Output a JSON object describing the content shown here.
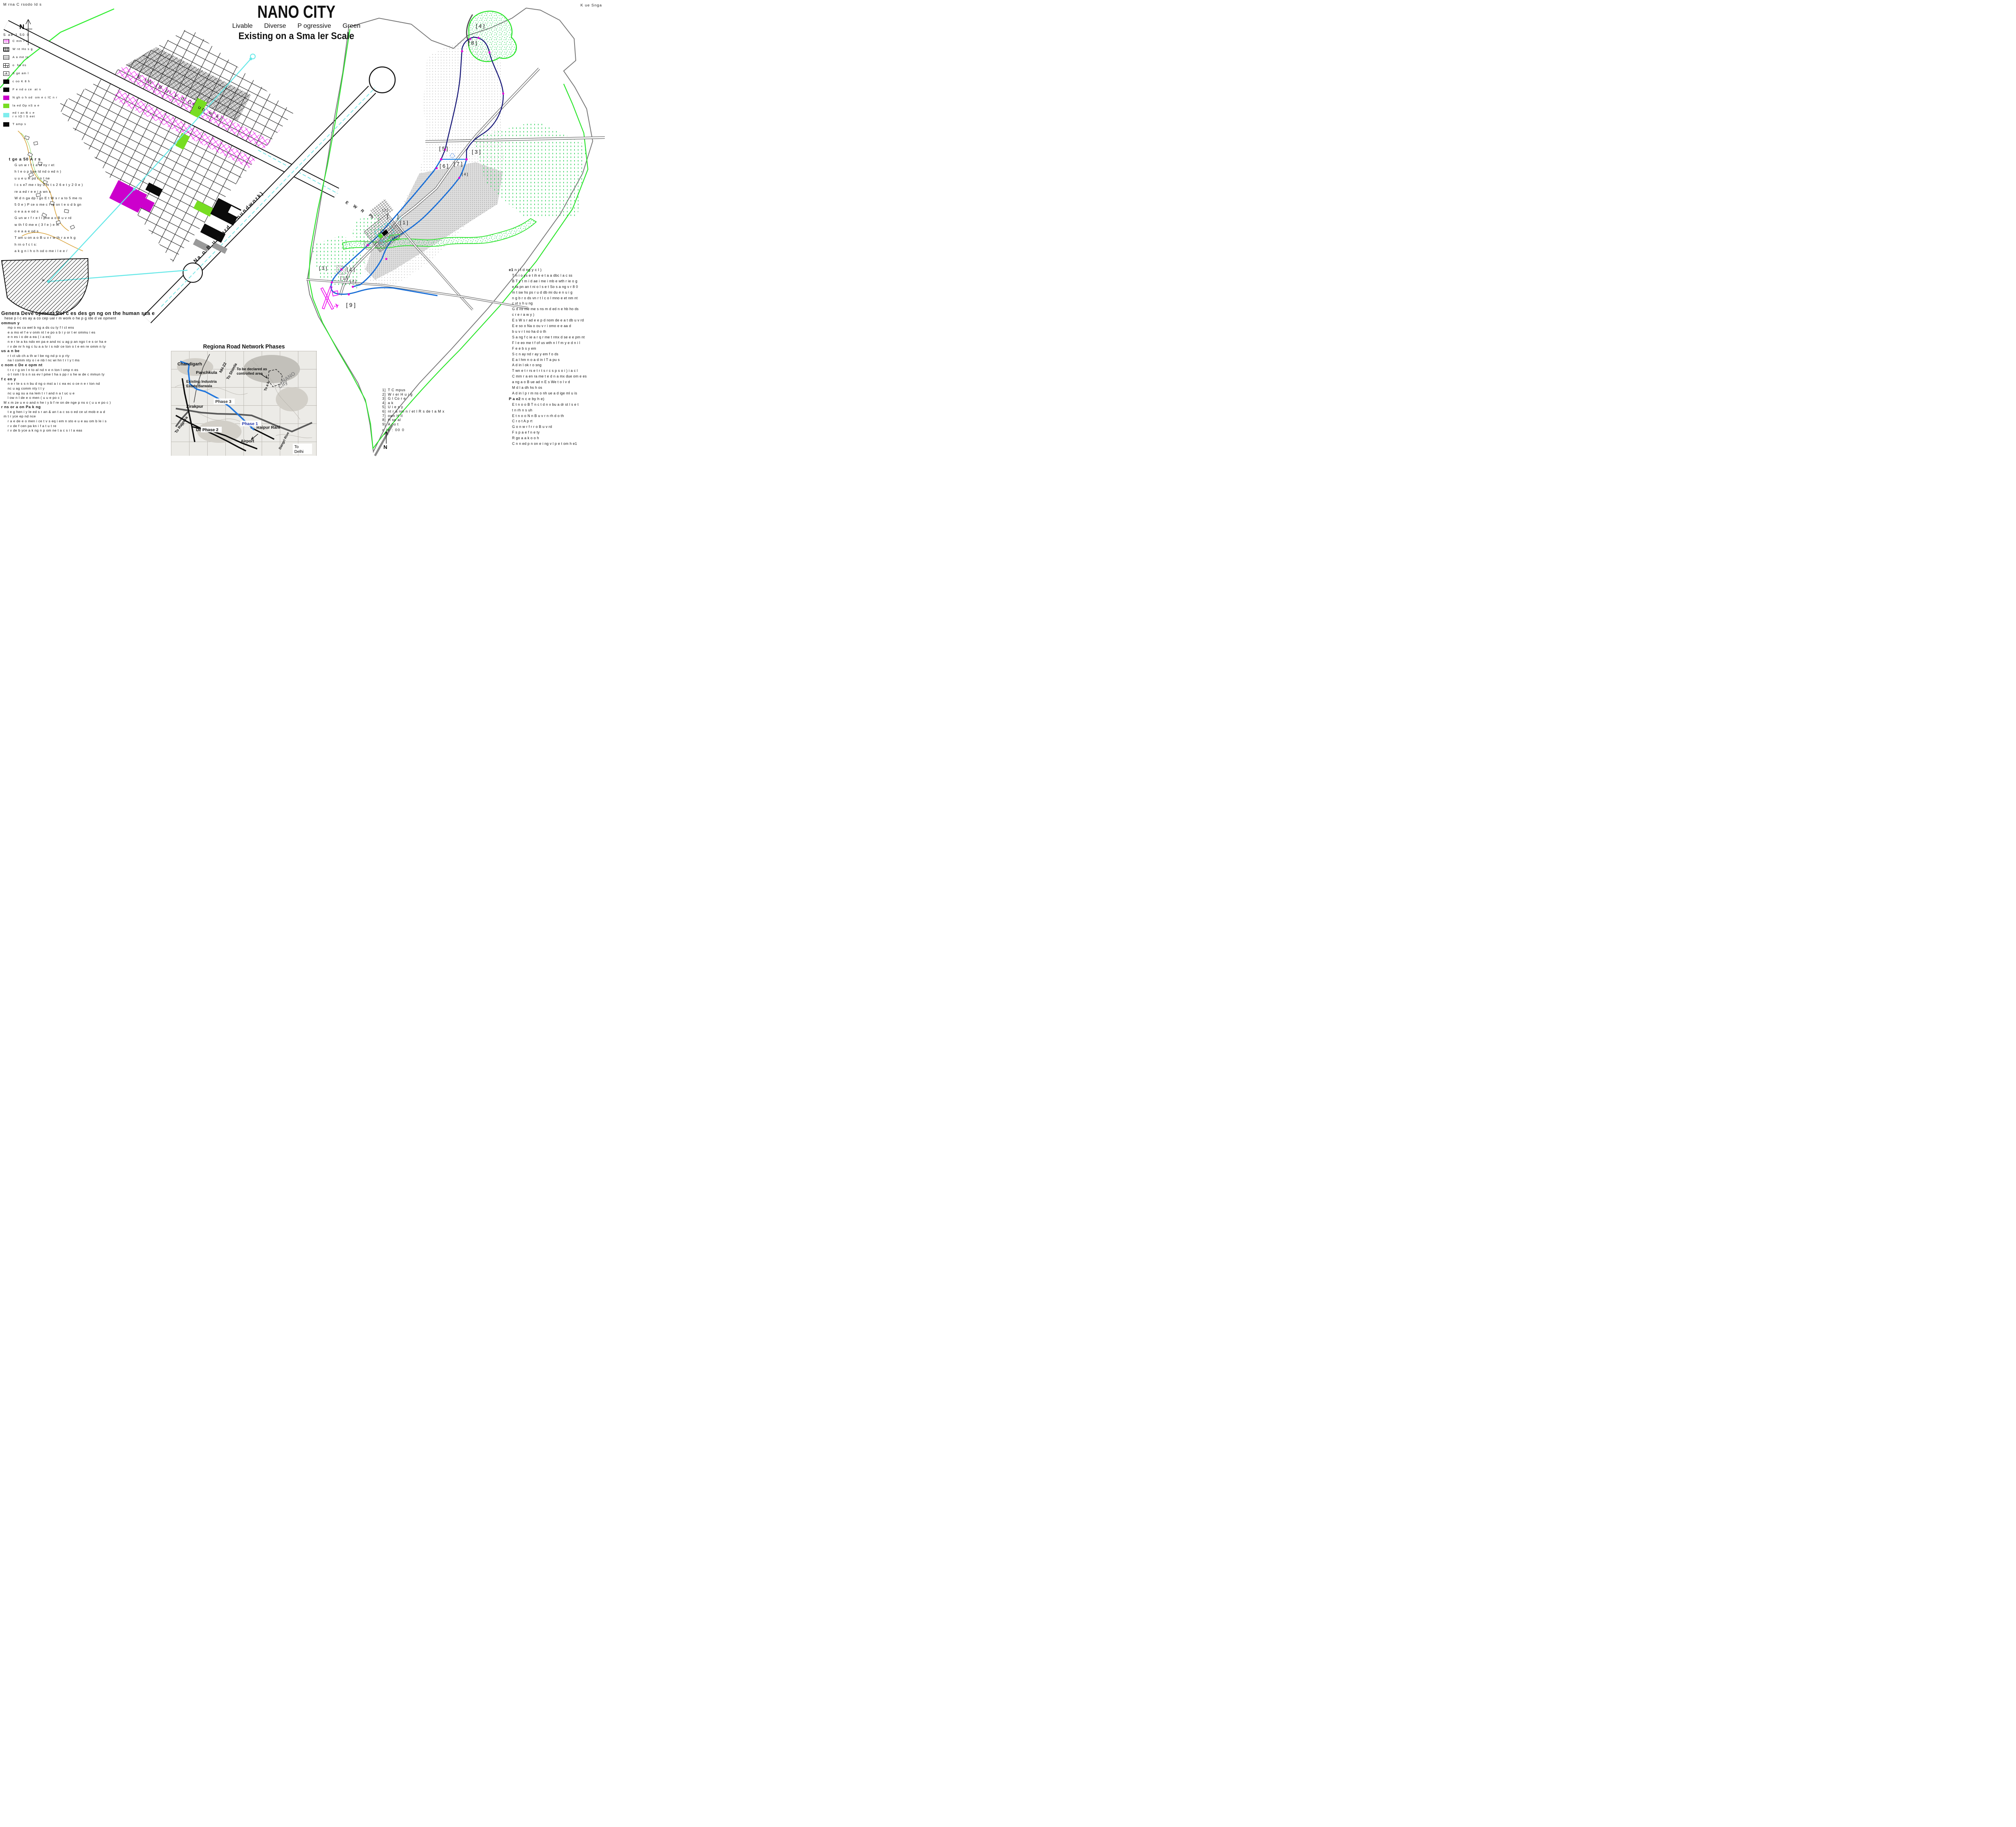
{
  "page": {
    "corner_left": "M rna C rsodo ld s",
    "corner_right": "K ue Snga"
  },
  "header": {
    "title": "NANO CITY",
    "tagline": [
      "Livable",
      "Diverse",
      "P ogressive",
      "Green"
    ],
    "subtitle": "Existing on a Sma ler Scale"
  },
  "map_controls": {
    "compass_letter": "N",
    "scale_label": "S ae 1 50 0"
  },
  "legend": {
    "items": [
      {
        "name": "commercial",
        "label": "C mm r al"
      },
      {
        "name": "warehousing",
        "label": "W re Ho s g"
      },
      {
        "name": "apartments",
        "label": "A a me ts"
      },
      {
        "name": "townhouses",
        "label": "o  ho es"
      },
      {
        "name": "single-family",
        "label": "S ge am l"
      },
      {
        "name": "school-k8",
        "label": "c oo K 8 h"
      },
      {
        "name": "fire-police-station",
        "label": "F e nd o ce  at n"
      },
      {
        "name": "neighborhood-commercial-center",
        "label": "N gh o h od  om e c lC n r"
      },
      {
        "name": "planned-open-space",
        "label": "la ed Op nS a e"
      },
      {
        "name": "pedestrian-bicycle-street",
        "label": "ed t an B c e",
        "label2": "r n tO l S eet"
      },
      {
        "name": "tech-campus",
        "label": "T amp s"
      }
    ]
  },
  "stage_notes": {
    "heading": "t ge  a 50  A r s",
    "lines": [
      "G un w r f r a st ny r et",
      "h t e o p bue  ld nd o ed n )",
      "u u e u R pd r n t ne",
      "l c s e7 me r by 0 m t s 2 6 e t y 2 0 e )",
      "re a ed  r e e i a wn s",
      "W d n ga dp i go E t W s r a to 5 me rs",
      "5 0 e ) P ce o me c l rp on t e o d b gn",
      "o e a a e  od s",
      "G un w r f r e t l pne  a o B u v rd",
      "w th f 0 me e ( 3 f e ) e in",
      "o e a a e  od s",
      "T am u on  a o B u v r w th  r a e  k g",
      "h rn o f c t s:",
      "a k g n i h o h od o me i l e e /"
    ]
  },
  "left_map": {
    "boulevard_ew_label": "E tW tB ul v d Gr un w k)",
    "boulevard_nano_label": "Na o B u e ard G oundwork)",
    "lake_label": "la"
  },
  "right_map": {
    "curve_letters": [
      "E",
      "W",
      "R",
      "Ph"
    ],
    "compass_letter": "N",
    "zones": [
      "[ 4 ]",
      "[ 8 ]",
      "[ 5 ]",
      "[ 3 ]",
      "[ 6 ]",
      "[ 7 ]",
      "[ 4 ]",
      "[ 2 ]",
      "[      ]",
      "[ 1 ]",
      "[ 1 ]",
      "[ 4 ]",
      "[ 3 ]",
      "[ 1 ]",
      "[ 1 ]",
      "[ 2 ]",
      "[ 9 ]"
    ]
  },
  "inset_map": {
    "title": "Regiona  Road Network Phases",
    "phase_labels": {
      "phase1": "Phase 1",
      "phase2": "Phase 2",
      "phase3": "Phase 3"
    },
    "places": {
      "chandigarh": "Chandigarh",
      "panchkula": "Panchkula",
      "zirakpur": "Zirakpur",
      "dera_bassi": "Dera Bassi",
      "airport": "Airport",
      "raipur_rani": "Raipur Rani",
      "to_delhi": "To Delhi",
      "to_rajpura": "To Rajpura",
      "to_shimla": "To Shimla",
      "nh22": "NH-22",
      "nano": "NANO",
      "city": "City",
      "dangri_river": "Dangri Rive",
      "to_a_k": "To a k"
    },
    "notes": {
      "controlled_area": "To be declared as",
      "controlled_area2": "controlled area",
      "industrial": "Existing Industria",
      "industrial2": "Estate Barwala"
    }
  },
  "key_list": {
    "items": [
      {
        "n": "1]",
        "label": "T C mpus"
      },
      {
        "n": "2]",
        "label": "W r er H u i g"
      },
      {
        "n": "3]",
        "label": "G l Co r e"
      },
      {
        "n": "4]",
        "label": "a k"
      },
      {
        "n": "5]",
        "label": "U i e s y"
      },
      {
        "n": "6]",
        "label": "nt r a nm n / et l R s de t a M x"
      },
      {
        "n": "7]",
        "label": "own H ll"
      },
      {
        "n": "8]",
        "label": "H sp al"
      },
      {
        "n": "9]",
        "label": "A po t"
      }
    ],
    "scale_note": "c le : 00 0"
  },
  "phase_notes": {
    "phase1_prefix": "e1",
    "phase1_rest": " n i t d ng y c l )",
    "phase1_lines": [
      "T n i o ys e t ih e e t a a dbc l a c ss",
      "B T y t m i d ae i me i mb e wth r ie o g",
      "e ta pn an t ni o l s e t So s a ng v r 8 0",
      "m t sw hs ps r u d db mi du e n u i g",
      "n g b r o ds vn r t l c o l mno e et nm nt",
      "c vt s h u ng",
      "G d ns me  me s ns m d ed n e hb ho ds",
      "c r e r a w y )",
      "E s W s r ad e e p d nom de e a t db u v rd",
      "E e so o Na o  ou v r i omo e e aa d",
      "b u v r t no ha d o th",
      "S a ng f c ie a r q r me t rmx d se e e pm nt",
      "F l e eo me t f of us wth n l f m y e d n i l",
      "F e e b s y em",
      "S c n ay nd r ay y em f o ds",
      "E a l hm n o a d in l T a pu s",
      "A d in l ok r o sng",
      "T wn e t r rs e t r t s r c s p s o i ) i a c l",
      "C mm r a en ra me t e d n a mx due om e es",
      "a ng a o B ue ad n E s We t o l v d",
      "M d l a dh hs h os",
      "A d in l p r m ns o nh ue a d ige  ml u is"
    ],
    "phase2_prefix": "P a e2",
    "phase2_rest": " n c e by h e)",
    "phase2_lines": [
      "E t n o o B T n c t d n  v bu a dr st l s e t",
      "t n rh n s uh",
      "E t n o o N n B u v r n rh d o th",
      "C r o t A p rt",
      "G o n w r f r  r o B u v rd",
      "F s p a e f n e ty",
      "R go a  a k o o h",
      "C n n ed p n on  e i ng  v l p e t om h e1"
    ]
  },
  "policies": {
    "heading": "Genera  Deve opment Pol c es  des gn ng on the human sca e",
    "intro": "hese p l c es  ay a co cep ual  r m work  o he p g ide d ve opment",
    "sections": [
      {
        "heading": "ommun y",
        "lines": [
          "mp o es ca wel b ng a ds cu ty f l ct ens",
          "e a mo el f e v onm nt l e po s b i y or t er ommu i es",
          "e n es i o de a ea ( i a es)",
          "n e r te a ks ndo en pa e and nc u ag p an ngo t e s or ha e",
          "r v de nr h ng c tu a a tv i s ndr ce ton o t e en re omm n ty"
        ]
      },
      {
        "heading": "us a n be",
        "lines": [
          "r t ct ub ch a th w l be ng nd p o p rty",
          "na l comm nty o i e nb l nc wi hn t r l y t ms"
        ]
      },
      {
        "heading": "c nom c De e opm nt",
        "lines": [
          "t r c r g on l n to al nd n e n ton l omp n es",
          "o t rsm l b s n ss ev l pme t ha s pp r s he w de c mmun ty"
        ]
      },
      {
        "heading": "f c en y",
        "lines": [
          "n e r te s s n bu d ng o mst a i c ea ec o ce n e r ton nd",
          "nc u ag comm nty t l y",
          "nc u ag su a na lem t r l and n a t uc u e",
          "l ow n l de e o men ( u u e po c )",
          "M x m ze u e o and n he i y b f re on de nge p ns o ( u u e po c )"
        ]
      },
      {
        "heading": "r ns or a on Pa k ng",
        "lines": [
          "t e g hen i y le ed s r an & an t a c ss o ed ce ut mob e a d",
          "m t r yce ep nd nce",
          "r a e de e o men i ce t v s eq i em n sto e u e au om b le i s",
          "r v de f cen pa kn i f a t u t re",
          "r v de b yce a k ng n p om ne t a c s i l a eas"
        ]
      }
    ]
  },
  "colors": {
    "magenta": "#CC00CC",
    "open_space_green": "#77DD22",
    "cyan": "#7FEDED",
    "map_green": "#2AE52A",
    "navy": "#181878",
    "blue": "#1B6FD6",
    "pink_grid": "#EE00EE",
    "dot_magenta": "#E800D8"
  }
}
